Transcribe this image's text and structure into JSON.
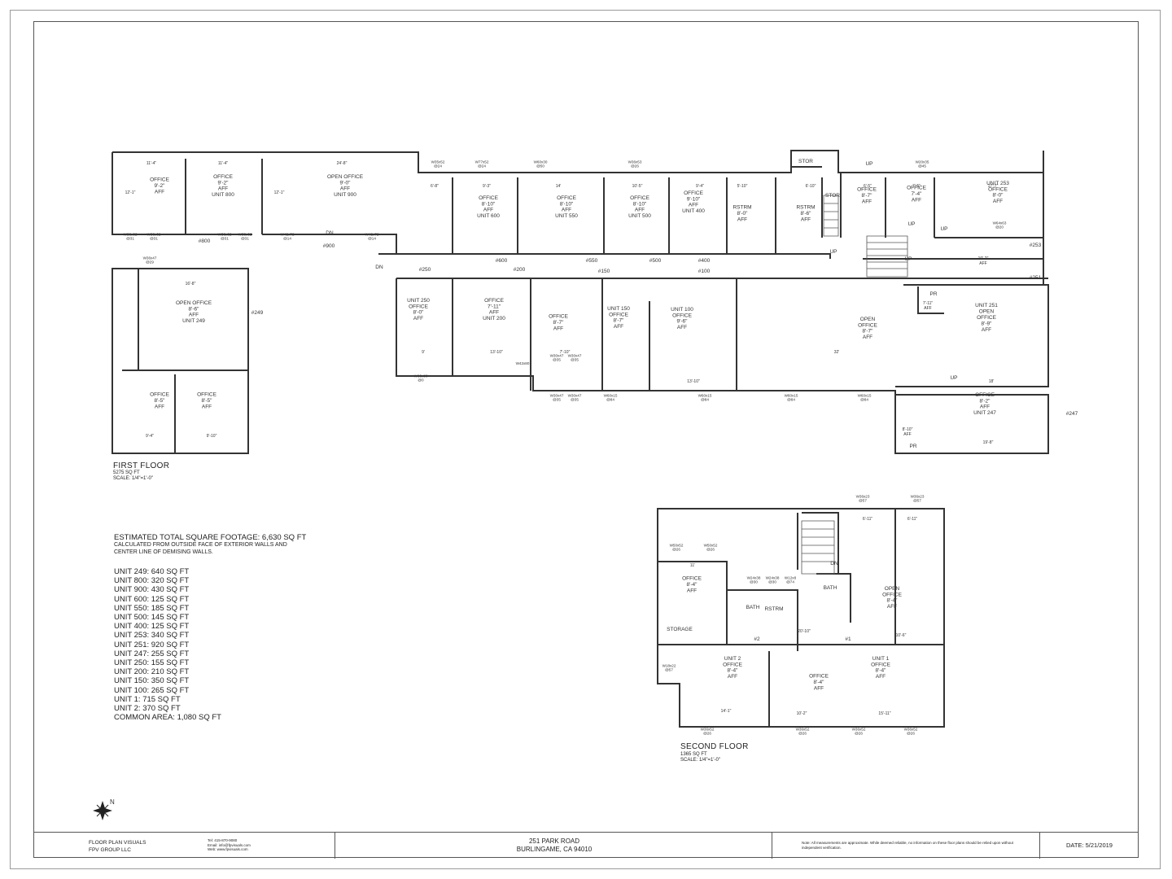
{
  "first_floor": {
    "title": "FIRST FLOOR",
    "area": "5275 SQ FT",
    "scale": "SCALE: 1/4\"=1'-0\""
  },
  "second_floor": {
    "title": "SECOND FLOOR",
    "area": "1365 SQ FT",
    "scale": "SCALE: 1/4\"=1'-0\""
  },
  "summary": {
    "headline": "ESTIMATED TOTAL SQUARE FOOTAGE: 6,630 SQ FT",
    "note_line1": "CALCULATED FROM OUTSIDE FACE OF EXTERIOR WALLS AND",
    "note_line2": "CENTER LINE OF DEMISING WALLS.",
    "units": [
      "UNIT 249: 640 SQ FT",
      "UNIT 800: 320 SQ FT",
      "UNIT 900: 430 SQ FT",
      "UNIT 600: 125 SQ FT",
      "UNIT 550: 185 SQ FT",
      "UNIT 500: 145 SQ FT",
      "UNIT 400: 125 SQ FT",
      "UNIT 253: 340 SQ FT",
      "UNIT 251: 920 SQ FT",
      "UNIT 247: 255 SQ FT",
      "UNIT 250: 155 SQ FT",
      "UNIT 200: 210 SQ FT",
      "UNIT 150: 350 SQ FT",
      "UNIT 100: 265 SQ FT",
      "UNIT 1: 715 SQ FT",
      "UNIT 2: 370 SQ FT",
      "COMMON AREA: 1,080 SQ FT"
    ]
  },
  "title_block": {
    "company": "FLOOR PLAN VISUALS",
    "company_sub": "FPV GROUP LLC",
    "phone": "Tel: 415-870-9080",
    "email": "Email: info@fpvisuals.com",
    "web": "Web: www.fpvisuals.com",
    "address_line1": "251 PARK ROAD",
    "address_line2": "BURLINGAME, CA 94010",
    "notes": "Note: All measurements are approximate. While deemed reliable, no information on these floor plans should be relied upon without independent verification.",
    "date": "DATE: 5/21/2019"
  },
  "compass": {
    "north": "N",
    "icon": "compass-rose-icon"
  },
  "plan_labels": [
    {
      "id": "l1",
      "lines": [
        "OFFICE",
        "9'-2\"",
        "AFF"
      ],
      "cls": "room"
    },
    {
      "id": "l2",
      "lines": [
        "OFFICE",
        "9'-2\"",
        "AFF",
        "UNIT 800"
      ],
      "cls": "room"
    },
    {
      "id": "l3",
      "lines": [
        "OPEN OFFICE",
        "9'-0\"",
        "AFF",
        "UNIT 900"
      ],
      "cls": "room"
    },
    {
      "id": "l4",
      "lines": [
        "OFFICE",
        "8'-10\"",
        "AFF",
        "UNIT 600"
      ],
      "cls": "room"
    },
    {
      "id": "l5",
      "lines": [
        "OFFICE",
        "8'-10\"",
        "AFF",
        "UNIT 550"
      ],
      "cls": "room"
    },
    {
      "id": "l6",
      "lines": [
        "OFFICE",
        "8'-10\"",
        "AFF",
        "UNIT 500"
      ],
      "cls": "room"
    },
    {
      "id": "l7",
      "lines": [
        "OFFICE",
        "9'-10\"",
        "AFF",
        "UNIT 400"
      ],
      "cls": "room"
    },
    {
      "id": "l8",
      "lines": [
        "RSTRM",
        "8'-0\"",
        "AFF"
      ],
      "cls": "room"
    },
    {
      "id": "l9",
      "lines": [
        "RSTRM",
        "8'-6\"",
        "AFF"
      ],
      "cls": "room"
    },
    {
      "id": "l10",
      "lines": [
        "STOR"
      ],
      "cls": "room"
    },
    {
      "id": "l11",
      "lines": [
        "STOR"
      ],
      "cls": "room"
    },
    {
      "id": "l12",
      "lines": [
        "OFFICE",
        "8'-7\"",
        "AFF"
      ],
      "cls": "room"
    },
    {
      "id": "l13",
      "lines": [
        "OFFICE",
        "7'-4\"",
        "AFF"
      ],
      "cls": "room"
    },
    {
      "id": "l14",
      "lines": [
        "UNIT 253",
        "OFFICE",
        "8'-0\"",
        "AFF"
      ],
      "cls": "room"
    },
    {
      "id": "l15",
      "lines": [
        "OPEN OFFICE",
        "8'-6\"",
        "AFF",
        "UNIT 249"
      ],
      "cls": "room"
    },
    {
      "id": "l16",
      "lines": [
        "OFFICE",
        "8'-5\"",
        "AFF"
      ],
      "cls": "room"
    },
    {
      "id": "l17",
      "lines": [
        "OFFICE",
        "8'-5\"",
        "AFF"
      ],
      "cls": "room"
    },
    {
      "id": "l18",
      "lines": [
        "UNIT 250",
        "OFFICE",
        "8'-0\"",
        "AFF"
      ],
      "cls": "room"
    },
    {
      "id": "l19",
      "lines": [
        "OFFICE",
        "7'-11\"",
        "AFF",
        "UNIT 200"
      ],
      "cls": "room"
    },
    {
      "id": "l20",
      "lines": [
        "OFFICE",
        "8'-7\"",
        "AFF"
      ],
      "cls": "room"
    },
    {
      "id": "l21",
      "lines": [
        "UNIT 150",
        "OFFICE",
        "8'-7\"",
        "AFF"
      ],
      "cls": "room"
    },
    {
      "id": "l22",
      "lines": [
        "UNIT 100",
        "OFFICE",
        "9'-6\"",
        "AFF"
      ],
      "cls": "room"
    },
    {
      "id": "l23",
      "lines": [
        "OPEN",
        "OFFICE",
        "8'-7\"",
        "AFF"
      ],
      "cls": "room"
    },
    {
      "id": "l24",
      "lines": [
        "UNIT 251",
        "OPEN",
        "OFFICE",
        "8'-9\"",
        "AFF"
      ],
      "cls": "room"
    },
    {
      "id": "l25",
      "lines": [
        "PR"
      ],
      "cls": "room"
    },
    {
      "id": "l26",
      "lines": [
        "OFFICE",
        "8'-2\"",
        "AFF",
        "UNIT 247"
      ],
      "cls": "room"
    },
    {
      "id": "l27",
      "lines": [
        "PR"
      ],
      "cls": "room"
    },
    {
      "id": "l28",
      "lines": [
        "OFFICE",
        "8'-4\"",
        "AFF"
      ],
      "cls": "room"
    },
    {
      "id": "l29",
      "lines": [
        "BATH"
      ],
      "cls": "room"
    },
    {
      "id": "l30",
      "lines": [
        "RSTRM"
      ],
      "cls": "room"
    },
    {
      "id": "l31",
      "lines": [
        "BATH"
      ],
      "cls": "room"
    },
    {
      "id": "l32",
      "lines": [
        "OPEN",
        "OFFICE",
        "8'-4\"",
        "AFF"
      ],
      "cls": "room"
    },
    {
      "id": "l33",
      "lines": [
        "STORAGE"
      ],
      "cls": "room"
    },
    {
      "id": "l34",
      "lines": [
        "UNIT 2",
        "OFFICE",
        "8'-4\"",
        "AFF"
      ],
      "cls": "room"
    },
    {
      "id": "l35",
      "lines": [
        "OFFICE",
        "8'-4\"",
        "AFF"
      ],
      "cls": "room"
    },
    {
      "id": "l36",
      "lines": [
        "UNIT 1",
        "OFFICE",
        "8'-4\"",
        "AFF"
      ],
      "cls": "room"
    },
    {
      "id": "u1",
      "lines": [
        "#800"
      ],
      "cls": "tag"
    },
    {
      "id": "u2",
      "lines": [
        "#900"
      ],
      "cls": "tag"
    },
    {
      "id": "u3",
      "lines": [
        "#250"
      ],
      "cls": "tag"
    },
    {
      "id": "u4",
      "lines": [
        "#600"
      ],
      "cls": "tag"
    },
    {
      "id": "u5",
      "lines": [
        "#200"
      ],
      "cls": "tag"
    },
    {
      "id": "u6",
      "lines": [
        "#550"
      ],
      "cls": "tag"
    },
    {
      "id": "u7",
      "lines": [
        "#150"
      ],
      "cls": "tag"
    },
    {
      "id": "u8",
      "lines": [
        "#500"
      ],
      "cls": "tag"
    },
    {
      "id": "u9",
      "lines": [
        "#400"
      ],
      "cls": "tag"
    },
    {
      "id": "u10",
      "lines": [
        "#100"
      ],
      "cls": "tag"
    },
    {
      "id": "u11",
      "lines": [
        "#253"
      ],
      "cls": "tag"
    },
    {
      "id": "u12",
      "lines": [
        "#251"
      ],
      "cls": "tag"
    },
    {
      "id": "u13",
      "lines": [
        "#249"
      ],
      "cls": "tag"
    },
    {
      "id": "u14",
      "lines": [
        "#247"
      ],
      "cls": "tag"
    },
    {
      "id": "u15",
      "lines": [
        "#2"
      ],
      "cls": "tag"
    },
    {
      "id": "u16",
      "lines": [
        "#1"
      ],
      "cls": "tag"
    },
    {
      "id": "d1",
      "lines": [
        "11'-4\""
      ],
      "cls": "dim"
    },
    {
      "id": "d2",
      "lines": [
        "11'-4\""
      ],
      "cls": "dim"
    },
    {
      "id": "d3",
      "lines": [
        "24'-8\""
      ],
      "cls": "dim"
    },
    {
      "id": "d4",
      "lines": [
        "12'-1\""
      ],
      "cls": "dim"
    },
    {
      "id": "d5",
      "lines": [
        "12'-1\""
      ],
      "cls": "dim"
    },
    {
      "id": "d6",
      "lines": [
        "6'-8\""
      ],
      "cls": "dim"
    },
    {
      "id": "d7",
      "lines": [
        "9'-3\""
      ],
      "cls": "dim"
    },
    {
      "id": "d8",
      "lines": [
        "14'"
      ],
      "cls": "dim"
    },
    {
      "id": "d9",
      "lines": [
        "10'-5\""
      ],
      "cls": "dim"
    },
    {
      "id": "d10",
      "lines": [
        "9'-4\""
      ],
      "cls": "dim"
    },
    {
      "id": "d11",
      "lines": [
        "5'-10\""
      ],
      "cls": "dim"
    },
    {
      "id": "d12",
      "lines": [
        "6'-10\""
      ],
      "cls": "dim"
    },
    {
      "id": "d13",
      "lines": [
        "6'-5\""
      ],
      "cls": "dim"
    },
    {
      "id": "d14",
      "lines": [
        "7'-5\""
      ],
      "cls": "dim"
    },
    {
      "id": "d15",
      "lines": [
        "17'-7\""
      ],
      "cls": "dim"
    },
    {
      "id": "d16",
      "lines": [
        "16'-8\""
      ],
      "cls": "dim"
    },
    {
      "id": "d17",
      "lines": [
        "9'"
      ],
      "cls": "dim"
    },
    {
      "id": "d18",
      "lines": [
        "13'-10\""
      ],
      "cls": "dim"
    },
    {
      "id": "d19",
      "lines": [
        "7'-10\""
      ],
      "cls": "dim"
    },
    {
      "id": "d20",
      "lines": [
        "13'-10\""
      ],
      "cls": "dim"
    },
    {
      "id": "d21",
      "lines": [
        "32'"
      ],
      "cls": "dim"
    },
    {
      "id": "d22",
      "lines": [
        "18'"
      ],
      "cls": "dim"
    },
    {
      "id": "d23",
      "lines": [
        "19'-8\""
      ],
      "cls": "dim"
    },
    {
      "id": "d24",
      "lines": [
        "9'-4\""
      ],
      "cls": "dim"
    },
    {
      "id": "d25",
      "lines": [
        "9'-10\""
      ],
      "cls": "dim"
    },
    {
      "id": "d26",
      "lines": [
        "10'-2\"",
        "AFF"
      ],
      "cls": "dim"
    },
    {
      "id": "d27",
      "lines": [
        "8'-10\"",
        "AFF"
      ],
      "cls": "dim"
    },
    {
      "id": "d28",
      "lines": [
        "7'-11\"",
        "AFF"
      ],
      "cls": "dim"
    },
    {
      "id": "d29",
      "lines": [
        "6'-11\""
      ],
      "cls": "dim"
    },
    {
      "id": "d30",
      "lines": [
        "6'-11\""
      ],
      "cls": "dim"
    },
    {
      "id": "d31",
      "lines": [
        "11'"
      ],
      "cls": "dim"
    },
    {
      "id": "d32",
      "lines": [
        "14'-1\""
      ],
      "cls": "dim"
    },
    {
      "id": "d33",
      "lines": [
        "10'-2\""
      ],
      "cls": "dim"
    },
    {
      "id": "d34",
      "lines": [
        "15'-11\""
      ],
      "cls": "dim"
    },
    {
      "id": "d35",
      "lines": [
        "20'-10\""
      ],
      "cls": "dim"
    },
    {
      "id": "d36",
      "lines": [
        "10'-6\""
      ],
      "cls": "dim"
    },
    {
      "id": "w1",
      "lines": [
        "W36x62",
        "@31"
      ],
      "cls": "win"
    },
    {
      "id": "w2",
      "lines": [
        "W36x62",
        "@31"
      ],
      "cls": "win"
    },
    {
      "id": "w3",
      "lines": [
        "W36x62",
        "@31"
      ],
      "cls": "win"
    },
    {
      "id": "w4",
      "lines": [
        "W36x62",
        "@31"
      ],
      "cls": "win"
    },
    {
      "id": "w5",
      "lines": [
        "W42x72",
        "@14"
      ],
      "cls": "win"
    },
    {
      "id": "w6",
      "lines": [
        "W42x72",
        "@14"
      ],
      "cls": "win"
    },
    {
      "id": "w7",
      "lines": [
        "W35x52",
        "@24"
      ],
      "cls": "win"
    },
    {
      "id": "w8",
      "lines": [
        "W77x52",
        "@24"
      ],
      "cls": "win"
    },
    {
      "id": "w9",
      "lines": [
        "W60x30",
        "@50"
      ],
      "cls": "win"
    },
    {
      "id": "w10",
      "lines": [
        "W36x53",
        "@26"
      ],
      "cls": "win"
    },
    {
      "id": "w11",
      "lines": [
        "W20x35",
        "@45"
      ],
      "cls": "win"
    },
    {
      "id": "w12",
      "lines": [
        "W64x63",
        "@20"
      ],
      "cls": "win"
    },
    {
      "id": "w13",
      "lines": [
        "W36x47",
        "@29"
      ],
      "cls": "win"
    },
    {
      "id": "w14",
      "lines": [
        "W60x80",
        "@0"
      ],
      "cls": "win"
    },
    {
      "id": "w15",
      "lines": [
        "W42x80"
      ],
      "cls": "win"
    },
    {
      "id": "w16",
      "lines": [
        "W30x47",
        "@35"
      ],
      "cls": "win"
    },
    {
      "id": "w17",
      "lines": [
        "W30x47",
        "@35"
      ],
      "cls": "win"
    },
    {
      "id": "w18",
      "lines": [
        "W30x47",
        "@35"
      ],
      "cls": "win"
    },
    {
      "id": "w19",
      "lines": [
        "W30x47",
        "@35"
      ],
      "cls": "win"
    },
    {
      "id": "w20",
      "lines": [
        "W60x15",
        "@84"
      ],
      "cls": "win"
    },
    {
      "id": "w21",
      "lines": [
        "W60x15",
        "@84"
      ],
      "cls": "win"
    },
    {
      "id": "w22",
      "lines": [
        "W60x15",
        "@84"
      ],
      "cls": "win"
    },
    {
      "id": "w23",
      "lines": [
        "W60x15",
        "@84"
      ],
      "cls": "win"
    },
    {
      "id": "w24",
      "lines": [
        "W36x23",
        "@57"
      ],
      "cls": "win"
    },
    {
      "id": "w25",
      "lines": [
        "W36x23",
        "@57"
      ],
      "cls": "win"
    },
    {
      "id": "w26",
      "lines": [
        "W50x52",
        "@26"
      ],
      "cls": "win"
    },
    {
      "id": "w27",
      "lines": [
        "W50x52",
        "@26"
      ],
      "cls": "win"
    },
    {
      "id": "w28",
      "lines": [
        "W24x38",
        "@30"
      ],
      "cls": "win"
    },
    {
      "id": "w29",
      "lines": [
        "W24x38",
        "@30"
      ],
      "cls": "win"
    },
    {
      "id": "w30",
      "lines": [
        "W12x8",
        "@74"
      ],
      "cls": "win"
    },
    {
      "id": "w31",
      "lines": [
        "W18x22",
        "@57"
      ],
      "cls": "win"
    },
    {
      "id": "w32",
      "lines": [
        "W36x52",
        "@26"
      ],
      "cls": "win"
    },
    {
      "id": "w33",
      "lines": [
        "W36x52",
        "@26"
      ],
      "cls": "win"
    },
    {
      "id": "w34",
      "lines": [
        "W36x52",
        "@26"
      ],
      "cls": "win"
    },
    {
      "id": "w35",
      "lines": [
        "W36x52",
        "@26"
      ],
      "cls": "win"
    },
    {
      "id": "s1",
      "lines": [
        "UP"
      ],
      "cls": "tag"
    },
    {
      "id": "s2",
      "lines": [
        "UP"
      ],
      "cls": "tag"
    },
    {
      "id": "s3",
      "lines": [
        "UP"
      ],
      "cls": "tag"
    },
    {
      "id": "s4",
      "lines": [
        "UP"
      ],
      "cls": "tag"
    },
    {
      "id": "s5",
      "lines": [
        "UP"
      ],
      "cls": "tag"
    },
    {
      "id": "s6",
      "lines": [
        "DN"
      ],
      "cls": "tag"
    },
    {
      "id": "s7",
      "lines": [
        "DN"
      ],
      "cls": "tag"
    },
    {
      "id": "s8",
      "lines": [
        "DN"
      ],
      "cls": "tag"
    },
    {
      "id": "s9",
      "lines": [
        "UP"
      ],
      "cls": "tag"
    }
  ]
}
